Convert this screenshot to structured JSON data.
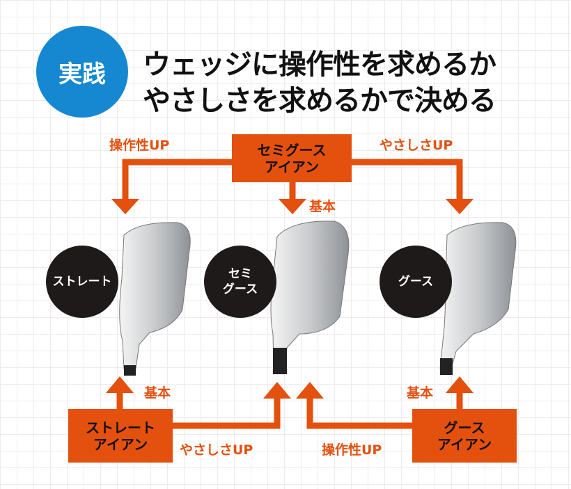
{
  "badge": "実践",
  "title": {
    "line1": "ウェッジに操作性を求めるか",
    "line2": "やさしさを求めるかで決める"
  },
  "top_box": {
    "line1": "セミグース",
    "line2": "アイアン"
  },
  "top_labels": {
    "left": "操作性UP",
    "right": "やさしさUP",
    "center": "基本"
  },
  "wedges": [
    {
      "label_lines": [
        "ストレート"
      ]
    },
    {
      "label_lines": [
        "セミ",
        "グース"
      ]
    },
    {
      "label_lines": [
        "グース"
      ]
    }
  ],
  "bottom_left_box": {
    "line1": "ストレート",
    "line2": "アイアン"
  },
  "bottom_right_box": {
    "line1": "グース",
    "line2": "アイアン"
  },
  "bottom_labels": {
    "left_basic": "基本",
    "right_basic": "基本",
    "left_easy": "やさしさUP",
    "right_control": "操作性UP"
  },
  "colors": {
    "accent": "#e4500e",
    "badge": "#1688d2",
    "circle": "#1e1a19"
  }
}
